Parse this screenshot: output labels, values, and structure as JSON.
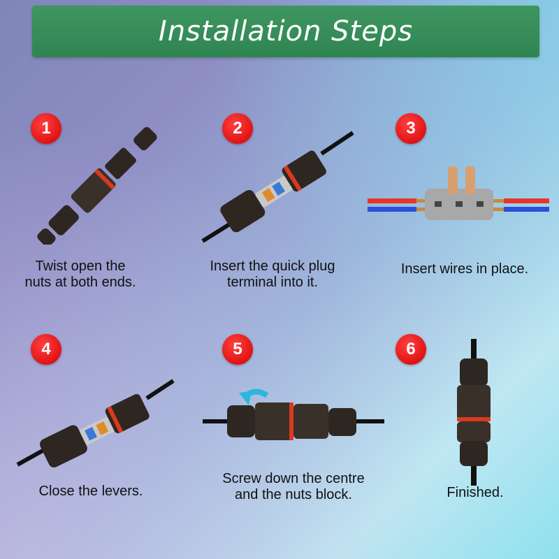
{
  "banner": {
    "title": "Installation Steps"
  },
  "steps": [
    {
      "number": "1",
      "caption": "Twist open the\nnuts at both ends.",
      "illustration": "connector-open-icon"
    },
    {
      "number": "2",
      "caption": "Insert the quick plug\nterminal into it.",
      "illustration": "connector-insert-icon"
    },
    {
      "number": "3",
      "caption": "Insert wires in place.",
      "illustration": "wire-terminal-icon"
    },
    {
      "number": "4",
      "caption": "Close the levers.",
      "illustration": "connector-levers-icon"
    },
    {
      "number": "5",
      "caption": "Screw down the centre\nand the nuts block.",
      "illustration": "connector-screw-icon"
    },
    {
      "number": "6",
      "caption": "Finished.",
      "illustration": "connector-finished-icon"
    }
  ],
  "colors": {
    "banner": "#3f9660",
    "badge": "#e00000",
    "connector": "#2b2420",
    "seal": "#d83a1e"
  }
}
